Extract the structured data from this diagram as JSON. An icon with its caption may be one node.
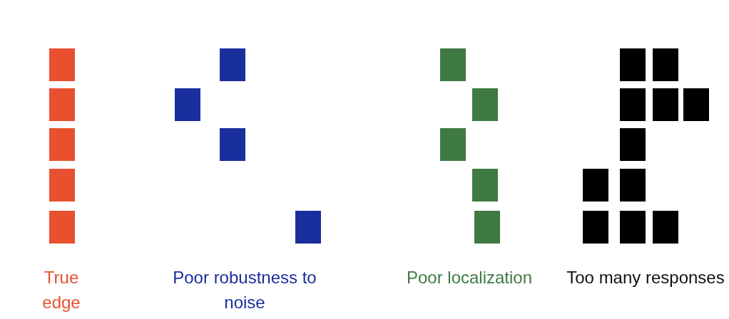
{
  "diagram": {
    "labels": [
      "True edge",
      "Poor robustness to noise",
      "Poor localization",
      "Too many responses"
    ]
  }
}
